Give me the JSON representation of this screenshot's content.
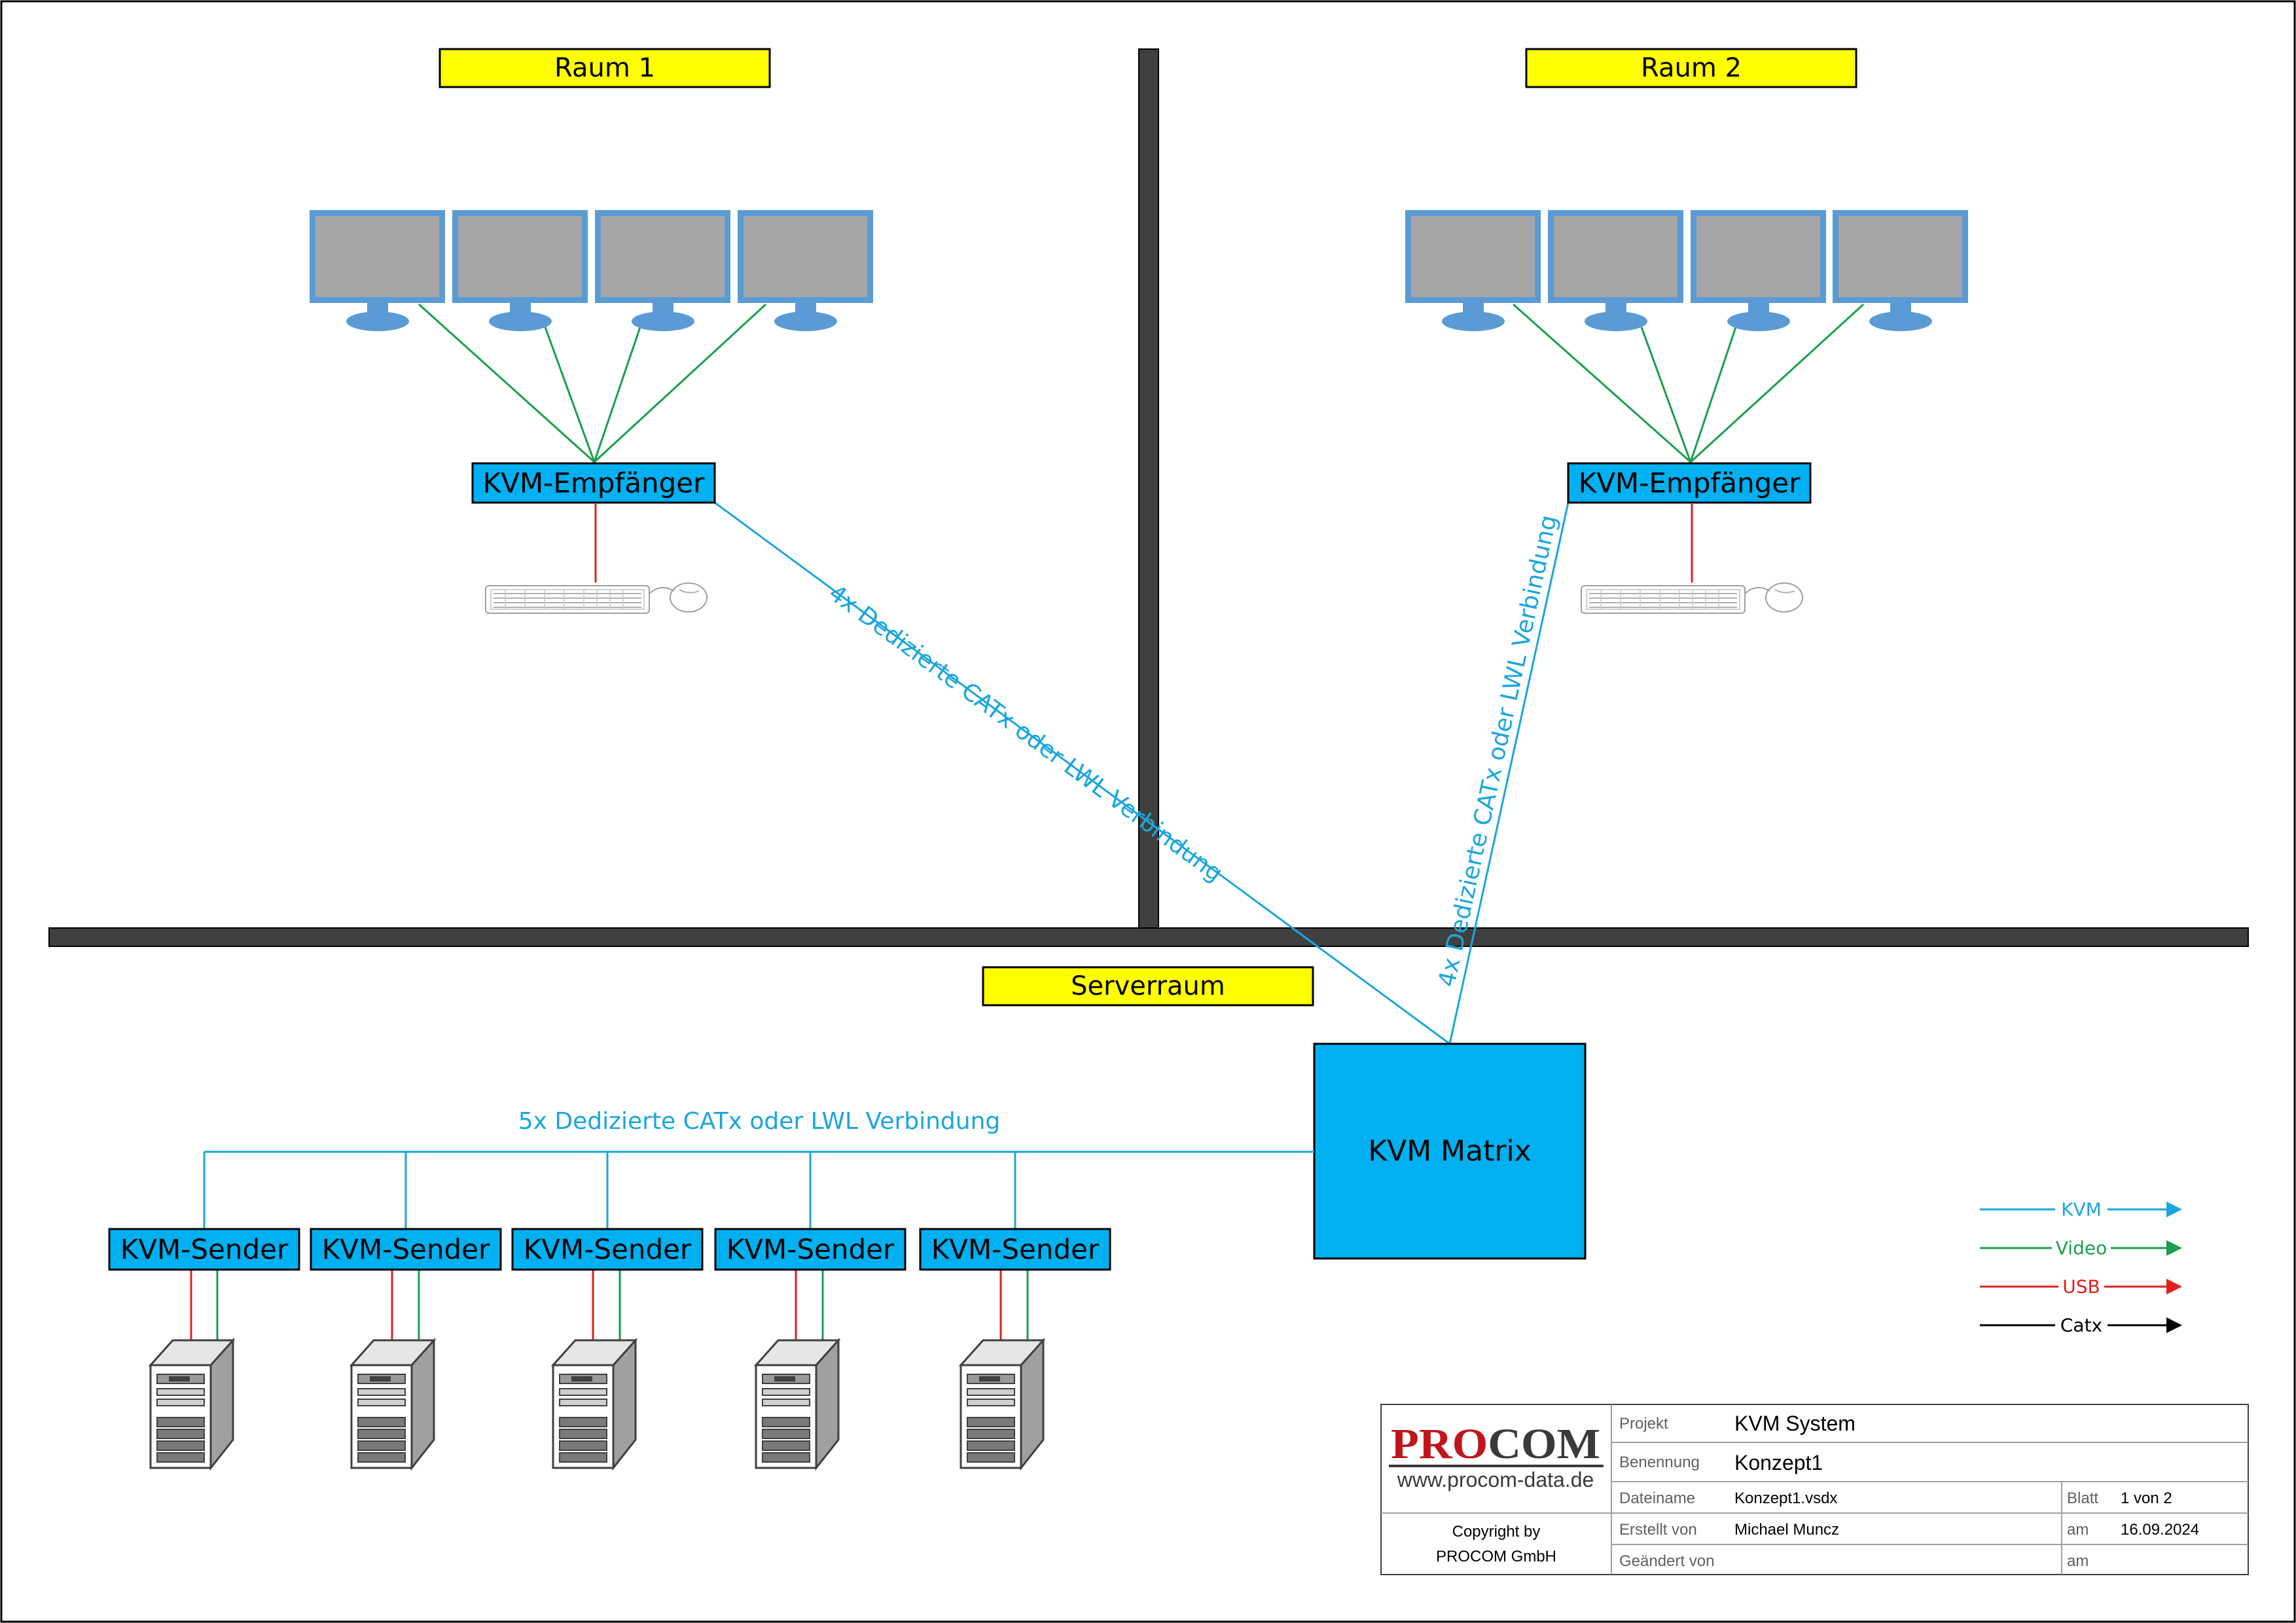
{
  "rooms": {
    "room1": "Raum 1",
    "room2": "Raum 2",
    "server": "Serverraum"
  },
  "receivers": [
    "KVM-Empfänger",
    "KVM-Empfänger"
  ],
  "matrix": "KVM Matrix",
  "senders": [
    "KVM-Sender",
    "KVM-Sender",
    "KVM-Sender",
    "KVM-Sender",
    "KVM-Sender"
  ],
  "connections": {
    "receiver1": "4x Dedizierte CATx oder LWL Verbindung",
    "receiver2": "4x Dedizierte CATx oder LWL Verbindung",
    "senders": "5x Dedizierte CATx oder LWL Verbindung"
  },
  "legend": [
    {
      "label": "KVM",
      "color": "#1aa6dd"
    },
    {
      "label": "Video",
      "color": "#19a04a"
    },
    {
      "label": "USB",
      "color": "#e0201c"
    },
    {
      "label": "Catx",
      "color": "#000000"
    }
  ],
  "colors": {
    "box_fill": "#00b0f0",
    "room_label_fill": "#ffff00",
    "wall": "#404040",
    "monitor_frame": "#5b9bd5",
    "monitor_screen": "#a6a6a6"
  },
  "title_block": {
    "logo": "PROCOM",
    "website": "www.procom-data.de",
    "copyright_line1": "Copyright by",
    "copyright_line2": "PROCOM GmbH",
    "project_label": "Projekt",
    "project_value": "KVM System",
    "name_label": "Benennung",
    "name_value": "Konzept1",
    "file_label": "Dateiname",
    "file_value": "Konzept1.vsdx",
    "sheet_label": "Blatt",
    "sheet_value": "1 von 2",
    "created_label": "Erstellt von",
    "created_value": "Michael Muncz",
    "created_date_label": "am",
    "created_date_value": "16.09.2024",
    "changed_label": "Geändert von",
    "changed_value": "",
    "changed_date_label": "am",
    "changed_date_value": ""
  }
}
